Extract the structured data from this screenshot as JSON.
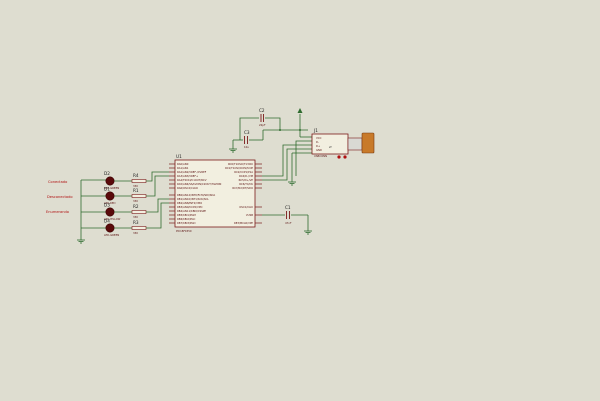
{
  "colors": {
    "background": "#deddd0",
    "wire": "#2e6b2e",
    "component_outline": "#7a1a1a",
    "ic_fill": "#f2efe0",
    "led_fill": "#5a0a0a",
    "net_label": "#b01010",
    "usb_plug": "#c87a2a"
  },
  "net_labels": [
    "Conectado",
    "Desconectado",
    "Enumerando"
  ],
  "leds": [
    {
      "ref": "D2",
      "part": "LED-GREEN"
    },
    {
      "ref": "D1",
      "part": "LED-RED"
    },
    {
      "ref": "D3",
      "part": "LED-YELLOW"
    },
    {
      "ref": "D4",
      "part": "LED-GREEN"
    }
  ],
  "resistors": [
    {
      "ref": "R4",
      "value": "330"
    },
    {
      "ref": "R1",
      "value": "330"
    },
    {
      "ref": "R2",
      "value": "330"
    },
    {
      "ref": "R3",
      "value": "330"
    }
  ],
  "capacitors": [
    {
      "ref": "C2",
      "value": "22pF"
    },
    {
      "ref": "C3",
      "value": "10u"
    },
    {
      "ref": "C1",
      "value": "47nF"
    }
  ],
  "mcu": {
    "ref": "U1",
    "part": "PIC18F4550",
    "left_pins": [
      "RA0/AN0",
      "RA1/AN1",
      "RA2/AN2/VREF-/CVREF",
      "RA3/AN3/VREF+",
      "RA4/T0CKI/C1OUT/RCV",
      "RA5/AN4/SS/LVDIN/C2OUT/HLVDIN",
      "RA6/OSC2/CLKO",
      "",
      "RB0/AN12/INT0/FLT0/SDI/SDA",
      "RB1/AN10/INT1/SCK/SCL",
      "RB2/AN8/INT2/VMO",
      "RB3/AN9/CCP2/VPO",
      "RB4/AN11/KBI0/CSSPP",
      "RB5/KBI1/PGM",
      "RB6/KBI2/PGC",
      "RB7/KBI3/PGD"
    ],
    "right_pins": [
      "RC0/T1OSO/T13CKI",
      "RC1/T1OSI/CCP2/UOE",
      "RC2/CCP1/P1A",
      "RC4/D-/VM",
      "RC5/D+/VP",
      "RC6/TX/CK",
      "RC7/RX/DT/SDO",
      "",
      "",
      "",
      "OSC1/CLKI",
      "VUSB",
      "RE3/MCLR/VPP"
    ]
  },
  "usb": {
    "ref": "J1",
    "part": "USBCONN",
    "pins": [
      "VCC",
      "D-",
      "D+",
      "GND"
    ],
    "symbol": "⇌"
  }
}
